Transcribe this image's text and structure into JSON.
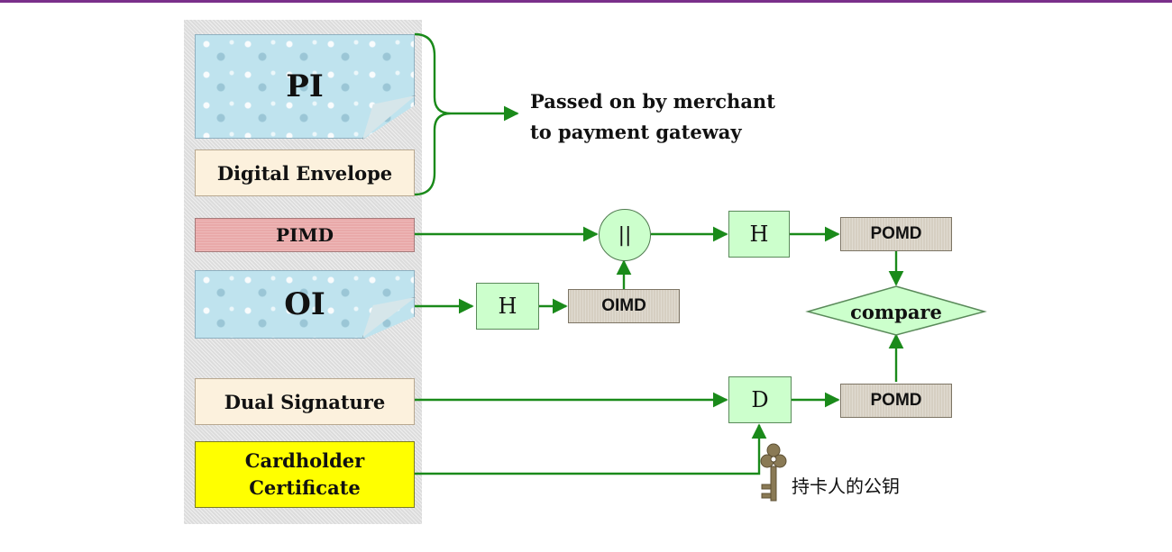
{
  "panel": {
    "pi": "PI",
    "digital_envelope": "Digital Envelope",
    "pimd": "PIMD",
    "oi": "OI",
    "dual_signature": "Dual Signature",
    "cardholder_line1": "Cardholder",
    "cardholder_line2": "Certificate"
  },
  "note": {
    "line1": "Passed on by merchant",
    "line2": "to payment gateway"
  },
  "nodes": {
    "concat": "||",
    "hash_top": "H",
    "hash_oi": "H",
    "oimd": "OIMD",
    "pomd_top": "POMD",
    "compare": "compare",
    "decrypt": "D",
    "pomd_bottom": "POMD"
  },
  "key_label": "持卡人的公钥",
  "colors": {
    "arrow": "#1a8a1a",
    "accent_top": "#7a2f8a"
  }
}
